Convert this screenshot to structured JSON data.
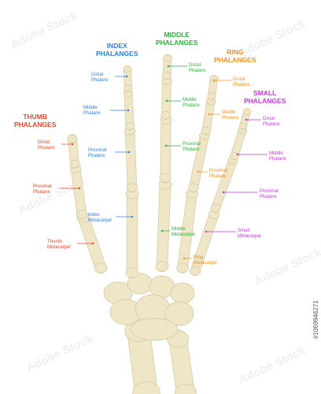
{
  "colors": {
    "index": "#2f7ed8",
    "middle": "#2fae3a",
    "ring": "#f0901e",
    "small": "#c03ad6",
    "thumb": "#e8452c",
    "bone": "#efe6c8",
    "bone_edge": "#d8cca4"
  },
  "headings": {
    "index": "INDEX PHALANGES",
    "middle": "MIDDLE PHALANGES",
    "ring": "RING PHALANGES",
    "small": "SMALL PHALANGES",
    "thumb": "THUMB PHALANGES"
  },
  "labels": {
    "index_distal": "Distal Phalanx",
    "index_middle": "Middle Phalanx",
    "index_proximal": "Proximal Phalanx",
    "index_metacarpal": "Index Metacarpal",
    "middle_distal": "Distal Phalanx",
    "middle_middle": "Middle Phalanx",
    "middle_proximal": "Proximal Phalanx",
    "middle_metacarpal": "Middle Metacarpal",
    "ring_distal": "Distal Phalanx",
    "ring_middle": "Middle Phalanx",
    "ring_proximal": "Proximal Phalanx",
    "ring_metacarpal": "Ring Metacarpal",
    "small_distal": "Distal Phalanx",
    "small_middle": "Middle Phalanx",
    "small_proximal": "Proximal Phalanx",
    "small_metacarpal": "Small Metacarpal",
    "thumb_distal": "Distal Phalanx",
    "thumb_proximal": "Proximal Phalanx",
    "thumb_metacarpal": "Thumb Metacarpal"
  },
  "watermark": "Adobe Stock",
  "stock_id": "#1069946271"
}
